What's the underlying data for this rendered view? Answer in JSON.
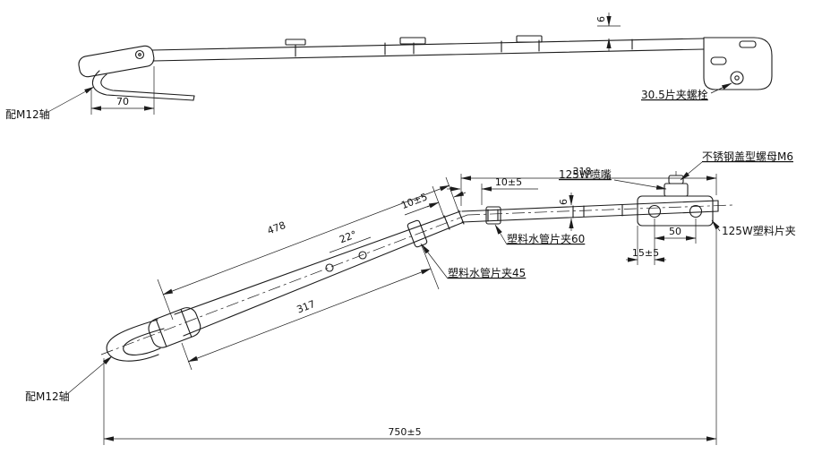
{
  "colors": {
    "ink": "#1c1c1c",
    "background": "#ffffff"
  },
  "side_view": {
    "dim_70": "70",
    "dim_thickness": "6",
    "label_shaft": "配M12轴",
    "label_bolt": "30.5片夹螺栓"
  },
  "plan_view": {
    "dim_478": "478",
    "dim_317": "317",
    "dim_750": "750±5",
    "dim_318": "318",
    "dim_10_seg": "10±5",
    "dim_10_joint": "10±5",
    "dim_50": "50",
    "dim_15": "15±5",
    "dim_angle": "22°",
    "dim_thickness": "6",
    "label_cap_nut": "不锈钢盖型螺母M6",
    "label_nozzle": "125W喷嘴",
    "label_plastic_clip": "125W塑料片夹",
    "label_pipe_clip_60": "塑料水管片夹60",
    "label_pipe_clip_45": "塑料水管片夹45",
    "label_shaft": "配M12轴"
  }
}
